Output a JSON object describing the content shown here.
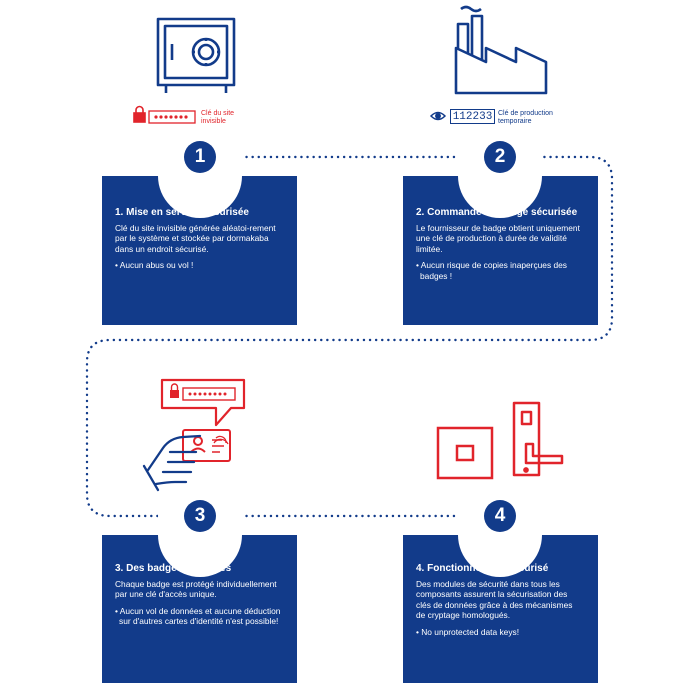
{
  "steps": [
    {
      "number": "1",
      "title": "1. Mise en service sécurisée",
      "text": "Clé du site invisible générée aléatoi-rement par le système et stockée par dormakaba dans un endroit sécurisé.",
      "bullet": "• Aucun abus ou vol !"
    },
    {
      "number": "2",
      "title": "2. Commande de badge sécurisée",
      "text": "Le fournisseur de badge obtient uniquement une clé de production à durée de validité limitée.",
      "bullet": "• Aucun risque de copies inaperçues des badges !"
    },
    {
      "number": "3",
      "title": "3. Des badges sécurisés",
      "text": "Chaque badge est protégé individuellement par une clé d'accès unique.",
      "bullet": "• Aucun vol de données et aucune déduction sur d'autres cartes d'identité n'est possible!"
    },
    {
      "number": "4",
      "title": "4. Fonctionnement sécurisé",
      "text": "Des modules de sécurité dans tous les composants assurent la sécurisation des clés de données grâce à des mécanismes de cryptage homologués.",
      "bullet": "• No unprotected data keys!"
    }
  ],
  "captions": {
    "site_key_line1": "Clé du site",
    "site_key_line2": "invisible",
    "production_key_line1": "Clé de production",
    "production_key_line2": "temporaire",
    "production_code": "112233"
  },
  "colors": {
    "navy": "#123b8a",
    "red": "#e1242b"
  },
  "icons": [
    "safe-icon",
    "lock-icon",
    "factory-icon",
    "eye-icon",
    "hand-card-icon",
    "fingerprint-icon",
    "reader-icon",
    "door-handle-icon"
  ]
}
